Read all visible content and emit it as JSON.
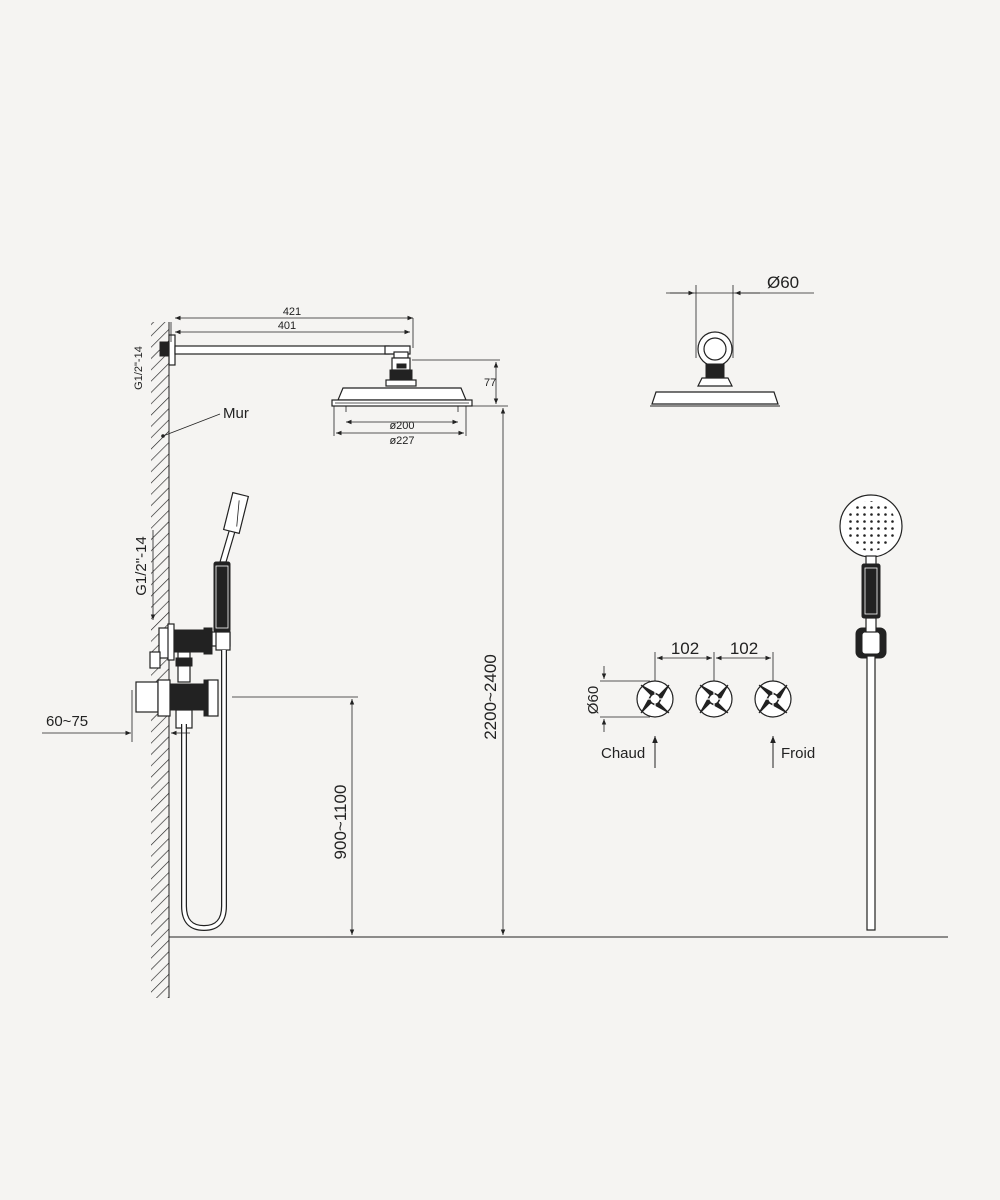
{
  "labels": {
    "wall": "Mur",
    "hot": "Chaud",
    "cold": "Froid",
    "thread_top": "G1/2\"-14",
    "thread_mid": "G1/2\"-14"
  },
  "dimensions": {
    "arm_outer": "421",
    "arm_inner": "401",
    "head_drop": "77",
    "head_inner_dia": "ø200",
    "head_outer_dia": "ø227",
    "top_view_dia": "Ø60",
    "handle_spacing_1": "102",
    "handle_spacing_2": "102",
    "handle_dia": "Ø60",
    "wall_depth": "60~75",
    "head_height": "2200~2400",
    "mixer_height": "900~1100"
  },
  "colors": {
    "background": "#f5f4f2",
    "line": "#222222"
  }
}
